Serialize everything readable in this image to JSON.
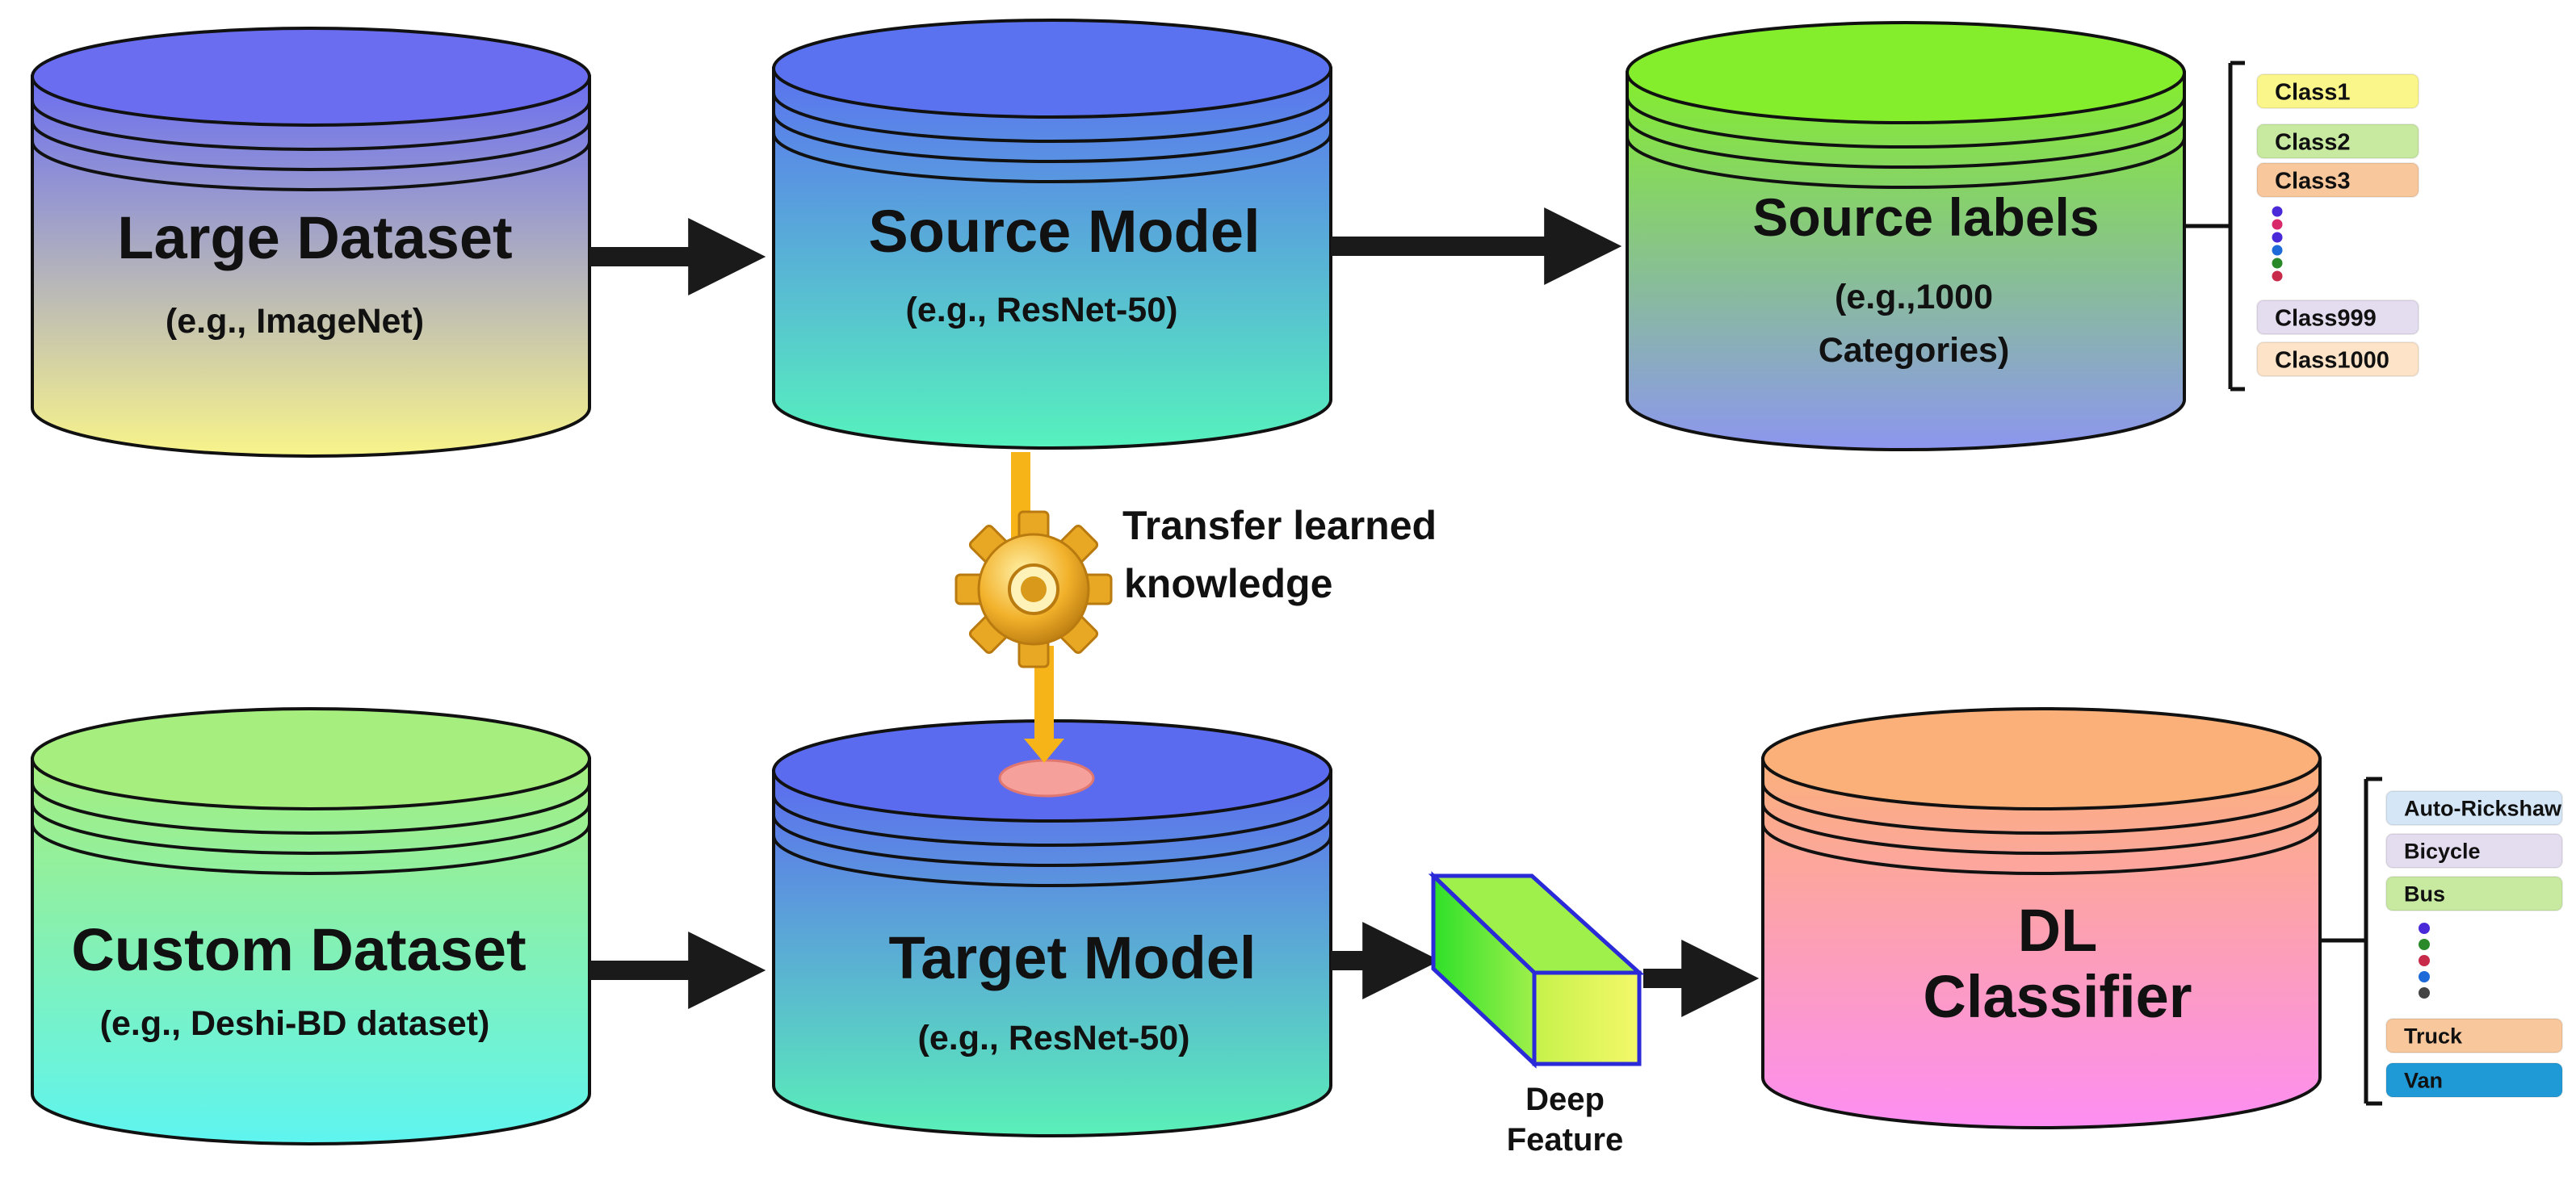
{
  "nodes": {
    "large_dataset": {
      "title": "Large Dataset",
      "subtitle": "(e.g., ImageNet)"
    },
    "source_model": {
      "title": "Source Model",
      "subtitle": "(e.g., ResNet-50)"
    },
    "source_labels": {
      "title": "Source labels",
      "subtitle_line1": "(e.g.,1000",
      "subtitle_line2": "Categories)"
    },
    "custom_dataset": {
      "title": "Custom Dataset",
      "subtitle": "(e.g., Deshi-BD dataset)"
    },
    "target_model": {
      "title": "Target Model",
      "subtitle": "(e.g., ResNet-50)"
    },
    "dl_classifier": {
      "title_line1": "DL",
      "title_line2": "Classifier"
    }
  },
  "transfer": {
    "line1": "Transfer learned",
    "line2": "knowledge"
  },
  "deep_feature": {
    "line1": "Deep",
    "line2": "Feature"
  },
  "source_classes": {
    "top": [
      {
        "label": "Class1",
        "color": "#fbf68a"
      },
      {
        "label": "Class2",
        "color": "#c8eaa0"
      },
      {
        "label": "Class3",
        "color": "#f9c79c"
      }
    ],
    "bottom": [
      {
        "label": "Class999",
        "color": "#e4dcef"
      },
      {
        "label": "Class1000",
        "color": "#fde3c7"
      }
    ]
  },
  "target_classes": {
    "top": [
      {
        "label": "Auto-Rickshaw",
        "color": "#d5e6f7"
      },
      {
        "label": "Bicycle",
        "color": "#e4dcef"
      },
      {
        "label": "Bus",
        "color": "#c8eaa0"
      }
    ],
    "bottom": [
      {
        "label": "Truck",
        "color": "#f9c79c"
      },
      {
        "label": "Van",
        "color": "#1f9ad6"
      }
    ]
  },
  "colors": {
    "cyl_large_top": "#6a6df0",
    "cyl_large_bottom": "#f8f48a",
    "cyl_source_top": "#5a72ef",
    "cyl_source_bottom": "#56f2bd",
    "cyl_labels_top": "#84ee2c",
    "cyl_labels_bottom": "#8c96ef",
    "cyl_custom_top": "#a6ee7e",
    "cyl_custom_bottom": "#5ef4f0",
    "cyl_target_top": "#5b6bef",
    "cyl_target_bottom": "#5af0b8",
    "cyl_dl_top": "#fbb07a",
    "cyl_dl_bottom": "#fd8ef2",
    "arrow": "#1a1a1a",
    "transfer_arrow": "#f7b418",
    "gear": "#f2b12a"
  }
}
